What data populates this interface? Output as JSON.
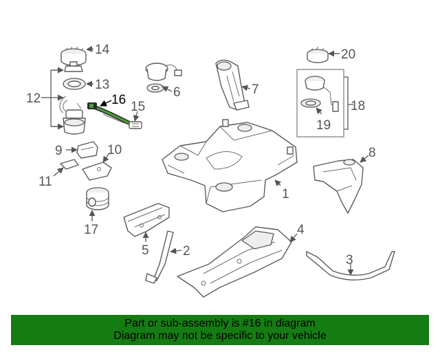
{
  "diagram": {
    "labels": {
      "p1": "1",
      "p2": "2",
      "p3": "3",
      "p4": "4",
      "p5": "5",
      "p6": "6",
      "p7": "7",
      "p8": "8",
      "p9": "9",
      "p10": "10",
      "p11": "11",
      "p12": "12",
      "p13": "13",
      "p14": "14",
      "p15": "15",
      "p16": "16",
      "p17": "17",
      "p18": "18",
      "p19": "19",
      "p20": "20"
    },
    "highlighted_part": "16",
    "highlight_color": "#2f8f2f"
  },
  "footer": {
    "line1": "Part or sub-assembly is #16 in diagram",
    "line2": "Diagram may not be specific to your vehicle",
    "background": "#157c13"
  }
}
